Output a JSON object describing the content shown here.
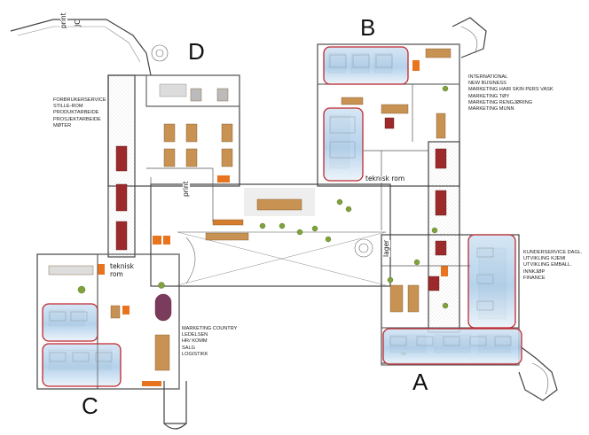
{
  "wings": {
    "a": "A",
    "b": "B",
    "c": "C",
    "d": "D"
  },
  "departments": {
    "b_wing": [
      "INTERNATIONAL",
      "NEW BUSINESS",
      "MARKETING HAIR SKIN PERS VASK",
      "MARKETING TØY",
      "MARKETING RENGJØRING",
      "MARKETING MUNN"
    ],
    "d_wing": [
      "FORBRUKERSERVICE",
      "STILLE-ROM",
      "PRODUKTARBEIDE",
      "PROSJEKTARBEIDE",
      "MØTER"
    ],
    "a_wing": [
      "KUNDERSERVICE DAGL.",
      "UTVIKLING KJEMI",
      "UTVIKLING EMBALL.",
      "INNKJØP",
      "FINANCE"
    ],
    "c_wing": [
      "MARKETING COUNTRY",
      "LEDELSEN",
      "HR/ KOMM",
      "SALG",
      "LOGISTIKK"
    ]
  },
  "rooms": {
    "teknisk_rom_b": "teknisk rom",
    "teknisk_rom_c_line1": "teknisk",
    "teknisk_rom_c_line2": "rom",
    "print_d": "print",
    "print_top": "print",
    "lager": "lager",
    "top_left_corner": "JC"
  },
  "colors": {
    "highlight_stroke": "#c0282f",
    "highlight_fill": "#a9cbe8",
    "wall": "#444444",
    "desk": "#b07a3a",
    "meeting_red": "#9c2a2a",
    "chair_orange": "#e8741f",
    "plant": "#7fa23a",
    "floor_grey": "#e6e6e6"
  }
}
